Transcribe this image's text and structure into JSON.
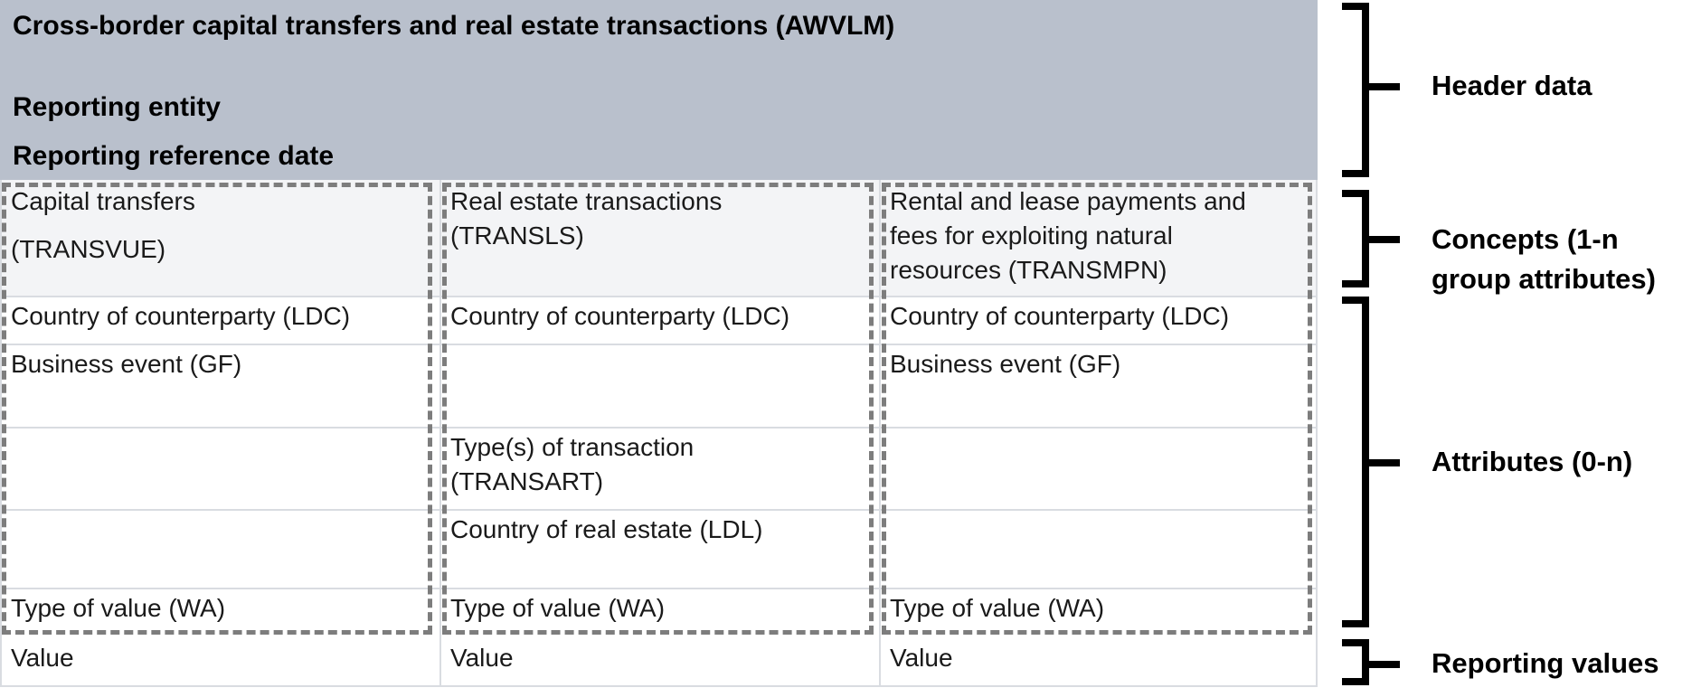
{
  "header": {
    "title": "Cross-border capital transfers and real estate transactions (AWVLM)",
    "reporting_entity": "Reporting entity",
    "reporting_reference_date": "Reporting reference date"
  },
  "table": {
    "concepts": [
      {
        "lines": [
          "Capital transfers",
          "(TRANSVUE)"
        ]
      },
      {
        "lines": [
          "Real estate transactions",
          "(TRANSLS)"
        ]
      },
      {
        "lines": [
          "Rental and lease payments and",
          "fees for exploiting natural",
          "resources (TRANSMPN)"
        ]
      }
    ],
    "attribute_rows": [
      {
        "cells": [
          [
            "Country of counterparty (LDC)"
          ],
          [
            "Country of counterparty (LDC)"
          ],
          [
            "Country of counterparty (LDC)"
          ]
        ]
      },
      {
        "cells": [
          [
            "Business event (GF)"
          ],
          [],
          [
            "Business event (GF)"
          ]
        ]
      },
      {
        "cells": [
          [],
          [
            "Type(s) of transaction",
            "(TRANSART)"
          ],
          []
        ]
      },
      {
        "cells": [
          [],
          [
            "Country of real estate (LDL)"
          ],
          []
        ]
      },
      {
        "cells": [
          [
            "Type of value (WA)"
          ],
          [
            "Type of value (WA)"
          ],
          [
            "Type of value (WA)"
          ]
        ]
      }
    ],
    "value_row": {
      "cells": [
        [
          "Value"
        ],
        [
          "Value"
        ],
        [
          "Value"
        ]
      ]
    }
  },
  "annotations": [
    {
      "lines": [
        "Header data"
      ]
    },
    {
      "lines": [
        "Concepts (1-n",
        "group attributes)"
      ]
    },
    {
      "lines": [
        "Attributes (0-n)"
      ]
    },
    {
      "lines": [
        "Reporting values"
      ]
    }
  ],
  "colors": {
    "header_bg": "#b9c0cc",
    "concept_bg": "#f3f4f6",
    "grid_line": "#d9dce1",
    "dashed_border": "#7d7d7d",
    "text": "#1a1a1a",
    "annotation": "#000000"
  }
}
